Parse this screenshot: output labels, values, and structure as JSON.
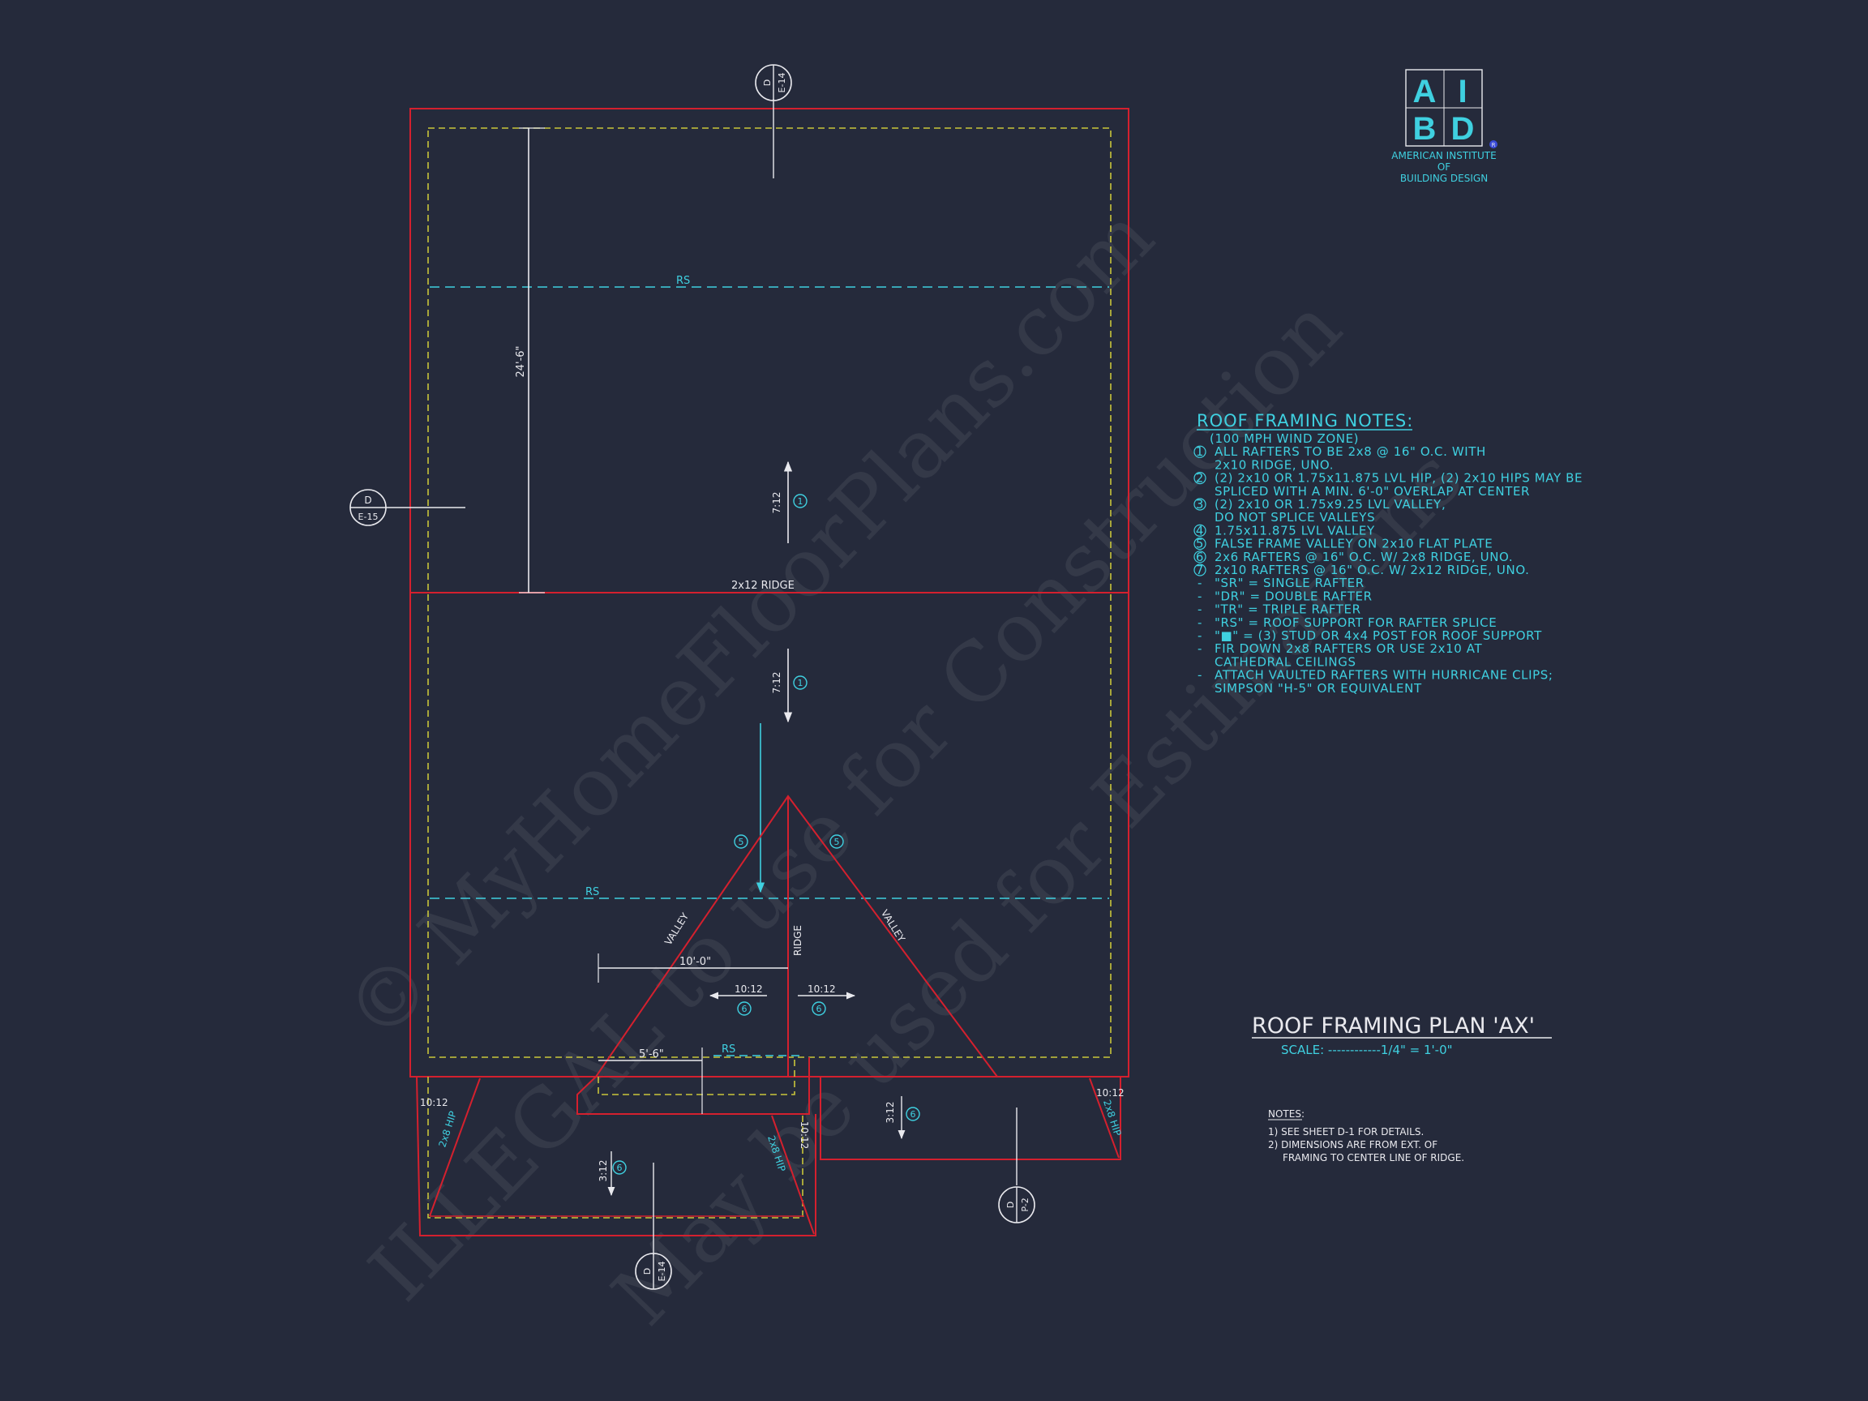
{
  "logo": {
    "letters": [
      "A",
      "I",
      "B",
      "D"
    ],
    "registered": "R",
    "org_lines": [
      "AMERICAN INSTITUTE",
      "OF",
      "BUILDING DESIGN"
    ]
  },
  "colors": {
    "background": "#252a3b",
    "wall": "#d4202e",
    "eave": "#c9c63a",
    "accent": "#3fd0e0",
    "line": "#e9e9ee"
  },
  "section_markers": [
    {
      "top": "D",
      "bottom": "E-14"
    },
    {
      "top": "D",
      "bottom": "E-15"
    },
    {
      "top": "D",
      "bottom": "E-14"
    },
    {
      "top": "D",
      "bottom": "P-2"
    }
  ],
  "plan_labels": {
    "rs_upper": "RS",
    "rs_middle": "RS",
    "rs_lower": "RS",
    "ridge_main": "2x12 RIDGE",
    "dim_vertical": "24'-6\"",
    "pitch_upper": "7:12",
    "pitch_lower": "7:12",
    "tag_upper": "1",
    "tag_lower": "1",
    "valley_left": "VALLEY",
    "valley_right": "VALLEY",
    "ridge_gable": "RIDGE",
    "tag_valley_left": "5",
    "tag_valley_right": "5",
    "dim_10_0": "10'-0\"",
    "dim_5_6": "5'-6\"",
    "pitch_gable_left": "10:12",
    "pitch_gable_right": "10:12",
    "tag_gable_left": "6",
    "tag_gable_right": "6",
    "pitch_left_wing": "10:12",
    "hip_left_outer": "2x8 HIP",
    "pitch_porch": "3:12",
    "tag_porch": "6",
    "hip_porch": "2x8 HIP",
    "pitch_porch_hip": "10:12",
    "pitch_right_wing": "3:12",
    "tag_right_wing": "6",
    "pitch_right_corner": "10:12",
    "hip_right": "2x8 HIP"
  },
  "notes": {
    "title": "ROOF FRAMING NOTES:",
    "lines": [
      {
        "mark": "",
        "text": "(100 MPH WIND ZONE)"
      },
      {
        "mark": "1",
        "text": "ALL RAFTERS TO BE 2x8 @ 16\" O.C. WITH"
      },
      {
        "mark": "",
        "text": "2x10 RIDGE, UNO."
      },
      {
        "mark": "2",
        "text": "(2) 2x10 OR 1.75x11.875 LVL HIP, (2) 2x10 HIPS MAY BE"
      },
      {
        "mark": "",
        "text": "SPLICED WITH A MIN. 6'-0\" OVERLAP AT CENTER"
      },
      {
        "mark": "3",
        "text": "(2) 2x10 OR 1.75x9.25 LVL VALLEY,"
      },
      {
        "mark": "",
        "text": "DO NOT SPLICE VALLEYS"
      },
      {
        "mark": "4",
        "text": "1.75x11.875 LVL VALLEY"
      },
      {
        "mark": "5",
        "text": "FALSE FRAME VALLEY ON 2x10 FLAT PLATE"
      },
      {
        "mark": "6",
        "text": "2x6 RAFTERS @ 16\" O.C. W/ 2x8 RIDGE, UNO."
      },
      {
        "mark": "7",
        "text": "2x10 RAFTERS @ 16\" O.C. W/ 2x12 RIDGE, UNO."
      },
      {
        "mark": "-",
        "text": "\"SR\" = SINGLE RAFTER"
      },
      {
        "mark": "-",
        "text": "\"DR\" = DOUBLE RAFTER"
      },
      {
        "mark": "-",
        "text": "\"TR\" = TRIPLE RAFTER"
      },
      {
        "mark": "-",
        "text": "\"RS\" = ROOF SUPPORT FOR RAFTER SPLICE"
      },
      {
        "mark": "-",
        "text": "\"■\" = (3) STUD OR 4x4 POST FOR ROOF SUPPORT"
      },
      {
        "mark": "-",
        "text": "FIR DOWN 2x8 RAFTERS OR USE 2x10 AT"
      },
      {
        "mark": "",
        "text": "CATHEDRAL CEILINGS"
      },
      {
        "mark": "-",
        "text": "ATTACH VAULTED RAFTERS WITH HURRICANE CLIPS;"
      },
      {
        "mark": "",
        "text": "SIMPSON \"H-5\" OR EQUIVALENT"
      }
    ]
  },
  "sheet_title": {
    "title": "ROOF FRAMING PLAN 'AX'",
    "scale": "SCALE: ------------1/4\" = 1'-0\""
  },
  "footer_notes": {
    "heading": "NOTES:",
    "lines": [
      "1) SEE SHEET D-1 FOR DETAILS.",
      "2) DIMENSIONS ARE FROM EXT. OF",
      "FRAMING TO CENTER LINE OF RIDGE."
    ]
  },
  "watermarks": [
    "© MyHomeFloorPlans.com",
    "ILLEGAL to use for Construction",
    "May be used for Estimations"
  ]
}
